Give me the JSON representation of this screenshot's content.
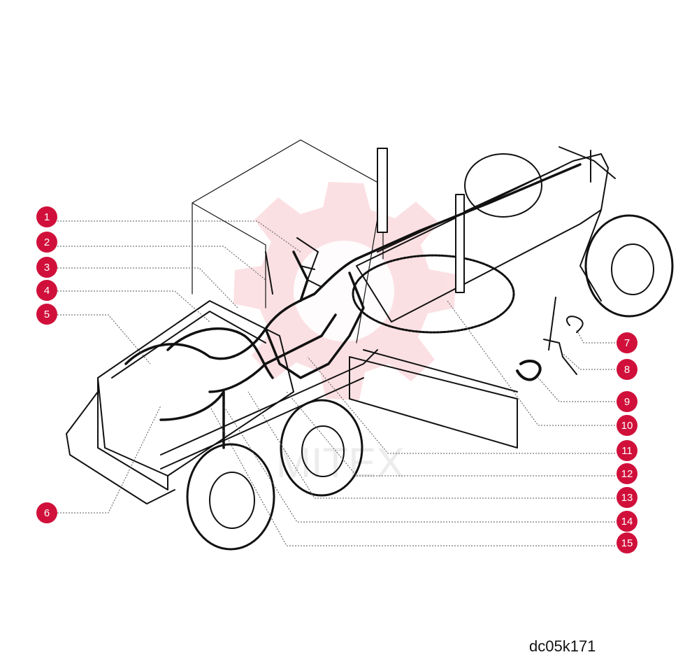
{
  "diagram": {
    "drawing_code": "dc05k171",
    "watermark_text": "MITEX",
    "accent_color": "#d0103a",
    "callouts": [
      "1",
      "2",
      "3",
      "4",
      "5",
      "6",
      "7",
      "8",
      "9",
      "10",
      "11",
      "12",
      "13",
      "14",
      "15"
    ]
  }
}
